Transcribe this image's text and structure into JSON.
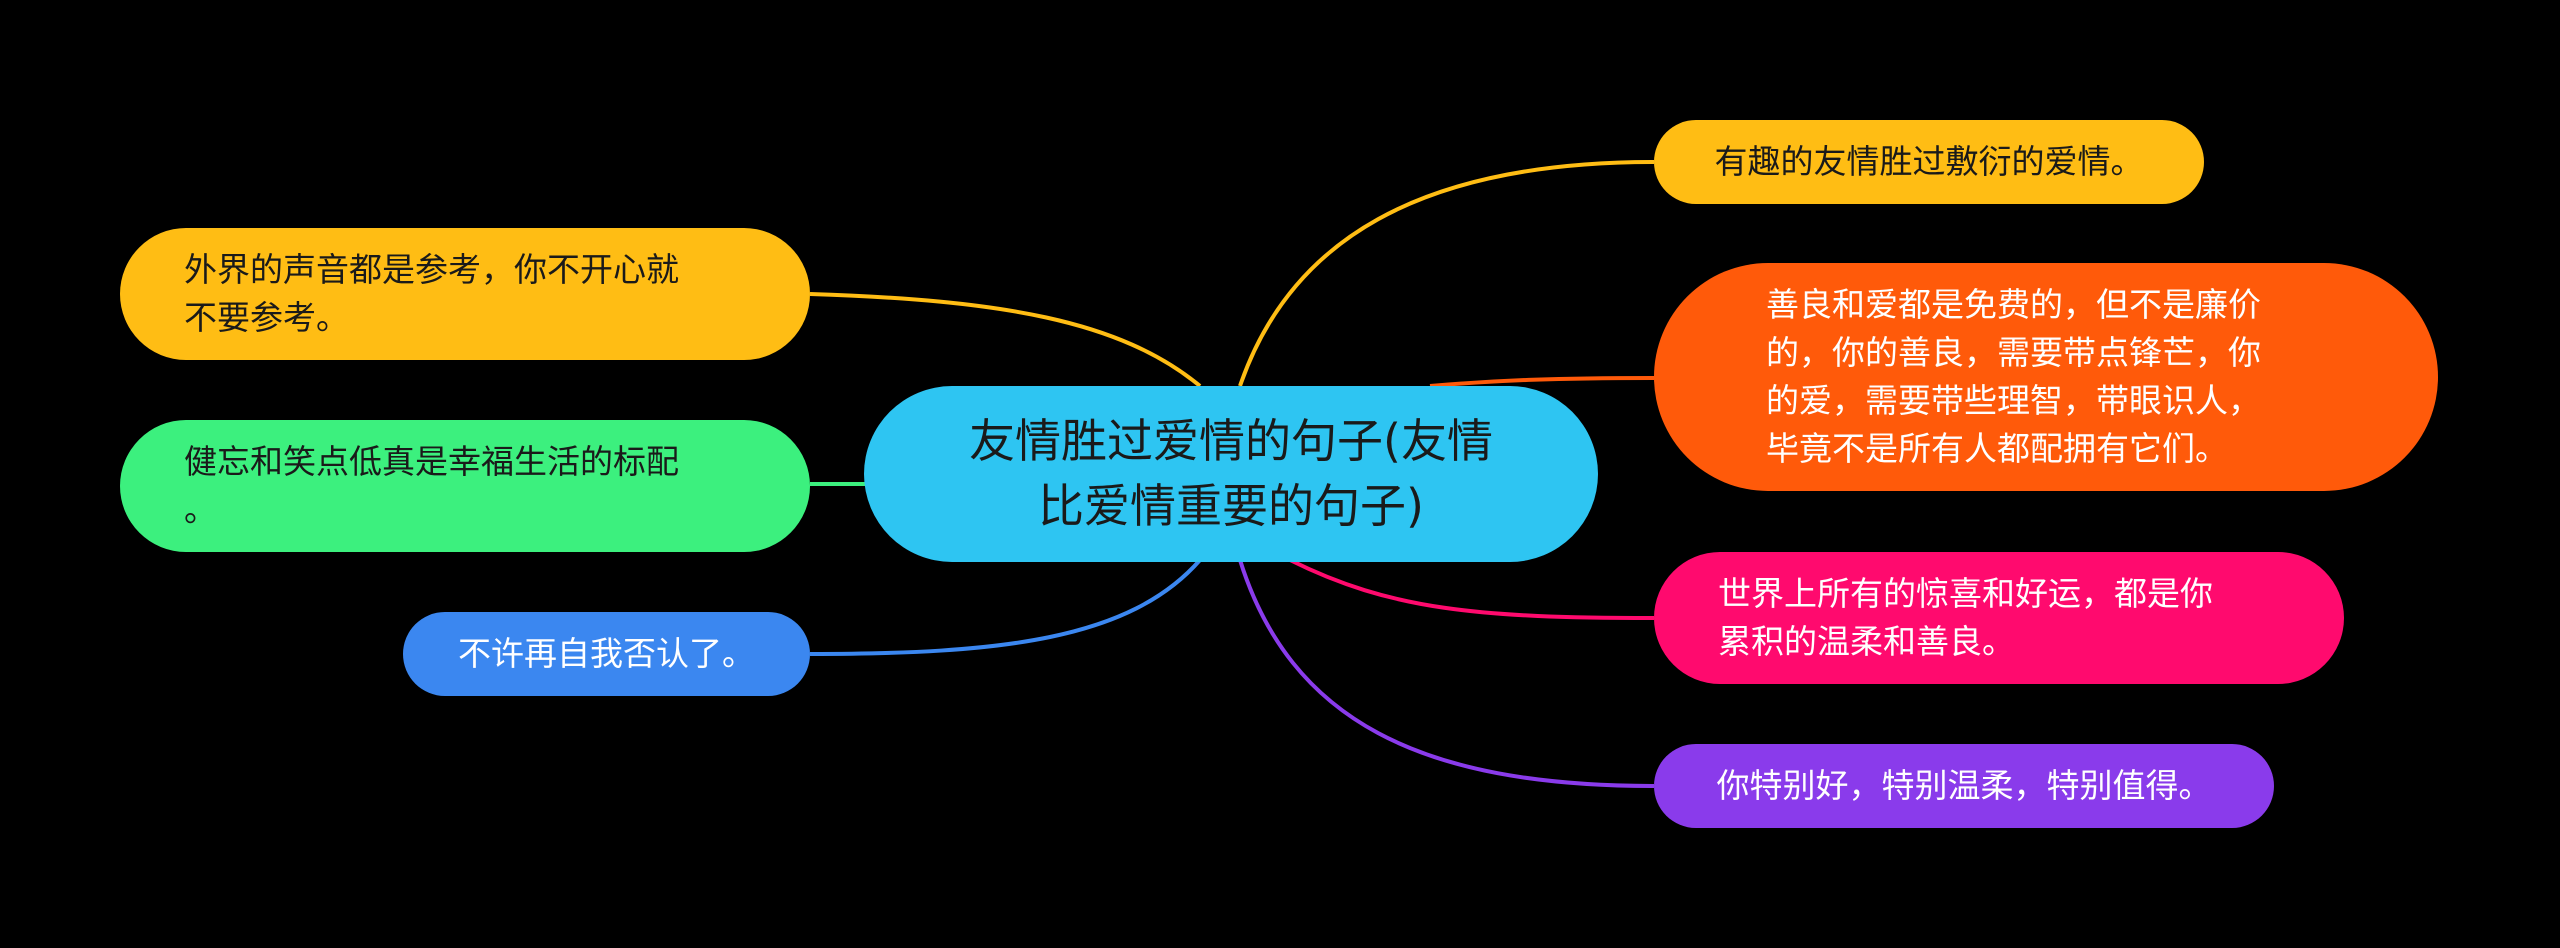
{
  "mindmap": {
    "center": {
      "text": "友情胜过爱情的句子(友情\n比爱情重要的句子)",
      "color": "#2EC5F2",
      "text_color": "#1A1A1A"
    },
    "left_branches": [
      {
        "text": "外界的声音都是参考，你不开心就\n不要参考。",
        "color": "#FFBD14",
        "text_color": "#1A1A1A"
      },
      {
        "text": "健忘和笑点低真是幸福生活的标配\n。",
        "color": "#3CF07E",
        "text_color": "#1A1A1A"
      },
      {
        "text": "不许再自我否认了。",
        "color": "#3B87F0",
        "text_color": "#FFFFFF"
      }
    ],
    "right_branches": [
      {
        "text": "有趣的友情胜过敷衍的爱情。",
        "color": "#FFBD14",
        "text_color": "#1A1A1A"
      },
      {
        "text": "善良和爱都是免费的，但不是廉价\n的，你的善良，需要带点锋芒，你\n的爱，需要带些理智，带眼识人，\n毕竟不是所有人都配拥有它们。",
        "color": "#FF5A0A",
        "text_color": "#FFFFFF"
      },
      {
        "text": "世界上所有的惊喜和好运，都是你\n累积的温柔和善良。",
        "color": "#FF0A6E",
        "text_color": "#FFFFFF"
      },
      {
        "text": "你特别好，特别温柔，特别值得。",
        "color": "#8A3BEB",
        "text_color": "#FFFFFF"
      }
    ]
  }
}
